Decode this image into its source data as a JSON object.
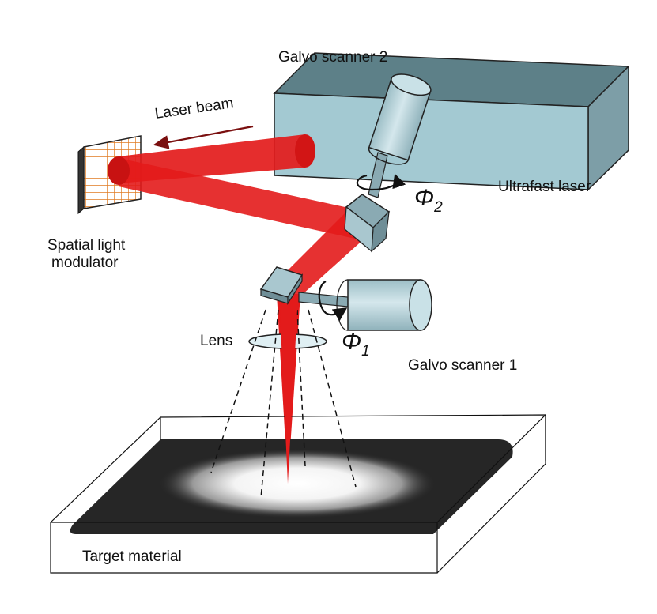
{
  "labels": {
    "galvo_scanner_2": "Galvo scanner 2",
    "laser_beam": "Laser beam",
    "ultrafast_laser": "Ultrafast laser",
    "spatial_light_modulator_line1": "Spatial light",
    "spatial_light_modulator_line2": "modulator",
    "phi2_symbol": "Φ",
    "phi2_sub": "2",
    "phi1_symbol": "Φ",
    "phi1_sub": "1",
    "lens": "Lens",
    "galvo_scanner_1": "Galvo scanner 1",
    "target_material": "Target material"
  },
  "colors": {
    "laser_box_front": "#a3c9d2",
    "laser_box_top": "#5d8088",
    "laser_box_side": "#7d9ea7",
    "beam": "#e31b1b",
    "beam_dark": "#b01010",
    "slm_grid": "#e07a20",
    "scanner_body": "#bcd8df",
    "mirror": "#8aaab3",
    "target_band": "#262626",
    "arrow": "#7a0f0f"
  }
}
